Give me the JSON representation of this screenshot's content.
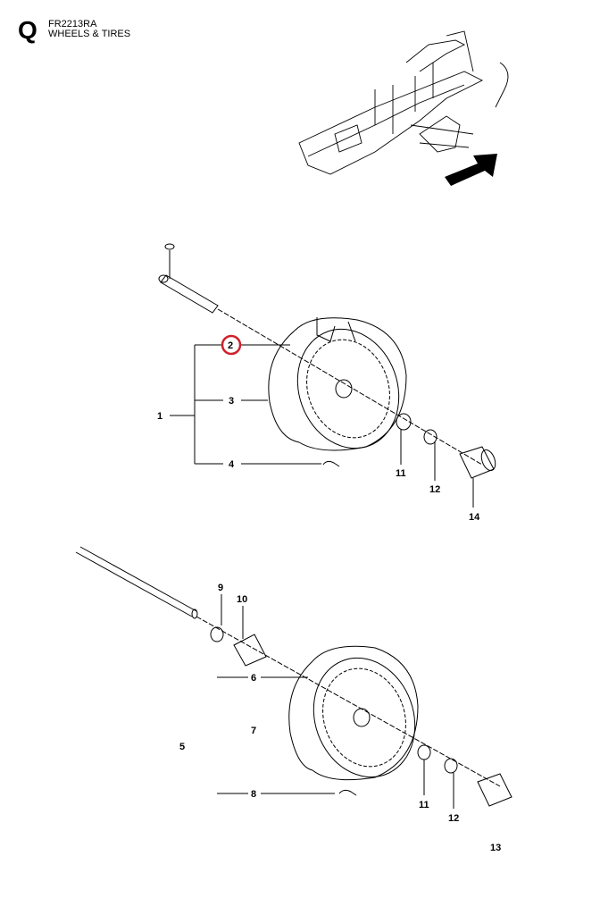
{
  "header": {
    "section_letter": "Q",
    "model_code": "FR2213RA",
    "title": "WHEELS & TIRES"
  },
  "highlight_color": "#d0202a",
  "upper_assembly": {
    "labels": {
      "p1": "1",
      "p2": "2",
      "p3": "3",
      "p4": "4",
      "p11": "11",
      "p12": "12",
      "p14": "14"
    },
    "highlighted_part": "2"
  },
  "lower_assembly": {
    "labels": {
      "p5": "5",
      "p6": "6",
      "p7": "7",
      "p8": "8",
      "p9": "9",
      "p10": "10",
      "p11": "11",
      "p12": "12",
      "p13": "13"
    }
  }
}
